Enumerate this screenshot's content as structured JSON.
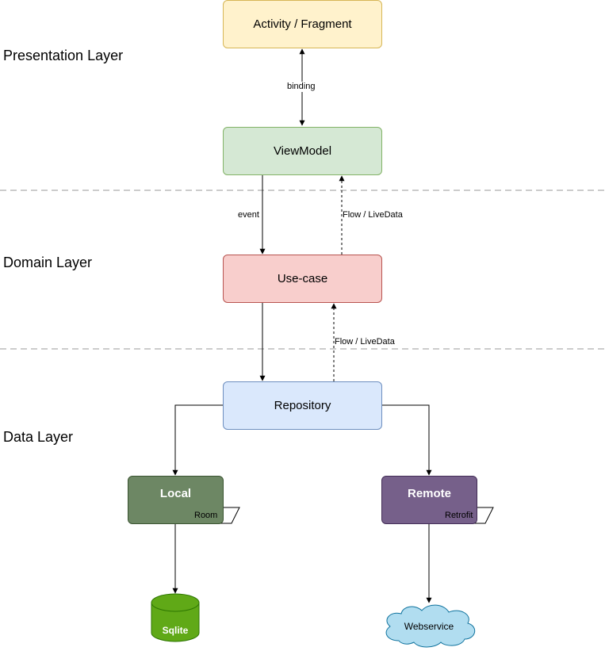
{
  "layers": {
    "presentation": "Presentation Layer",
    "domain": "Domain Layer",
    "data": "Data Layer"
  },
  "nodes": {
    "activity": "Activity / Fragment",
    "viewmodel": "ViewModel",
    "usecase": "Use-case",
    "repository": "Repository",
    "local": "Local",
    "remote": "Remote",
    "sqlite": "Sqlite",
    "webservice": "Webservice"
  },
  "tags": {
    "room": "Room",
    "retrofit": "Retrofit"
  },
  "edges": {
    "binding": "binding",
    "event": "event",
    "flow_vm": "Flow / LiveData",
    "flow_uc": "Flow / LiveData"
  },
  "colors": {
    "activity_fill": "#fff2cc",
    "activity_stroke": "#d6b656",
    "viewmodel_fill": "#d5e8d4",
    "viewmodel_stroke": "#82b366",
    "usecase_fill": "#f8cecc",
    "usecase_stroke": "#b85450",
    "repository_fill": "#dae8fc",
    "repository_stroke": "#6c8ebf",
    "local_fill": "#6d8764",
    "local_stroke": "#3a5431",
    "remote_fill": "#76608a",
    "remote_stroke": "#432d57",
    "sqlite_fill": "#60a917",
    "sqlite_stroke": "#2d7600",
    "webservice_fill": "#b1ddf0",
    "webservice_stroke": "#10739e"
  }
}
